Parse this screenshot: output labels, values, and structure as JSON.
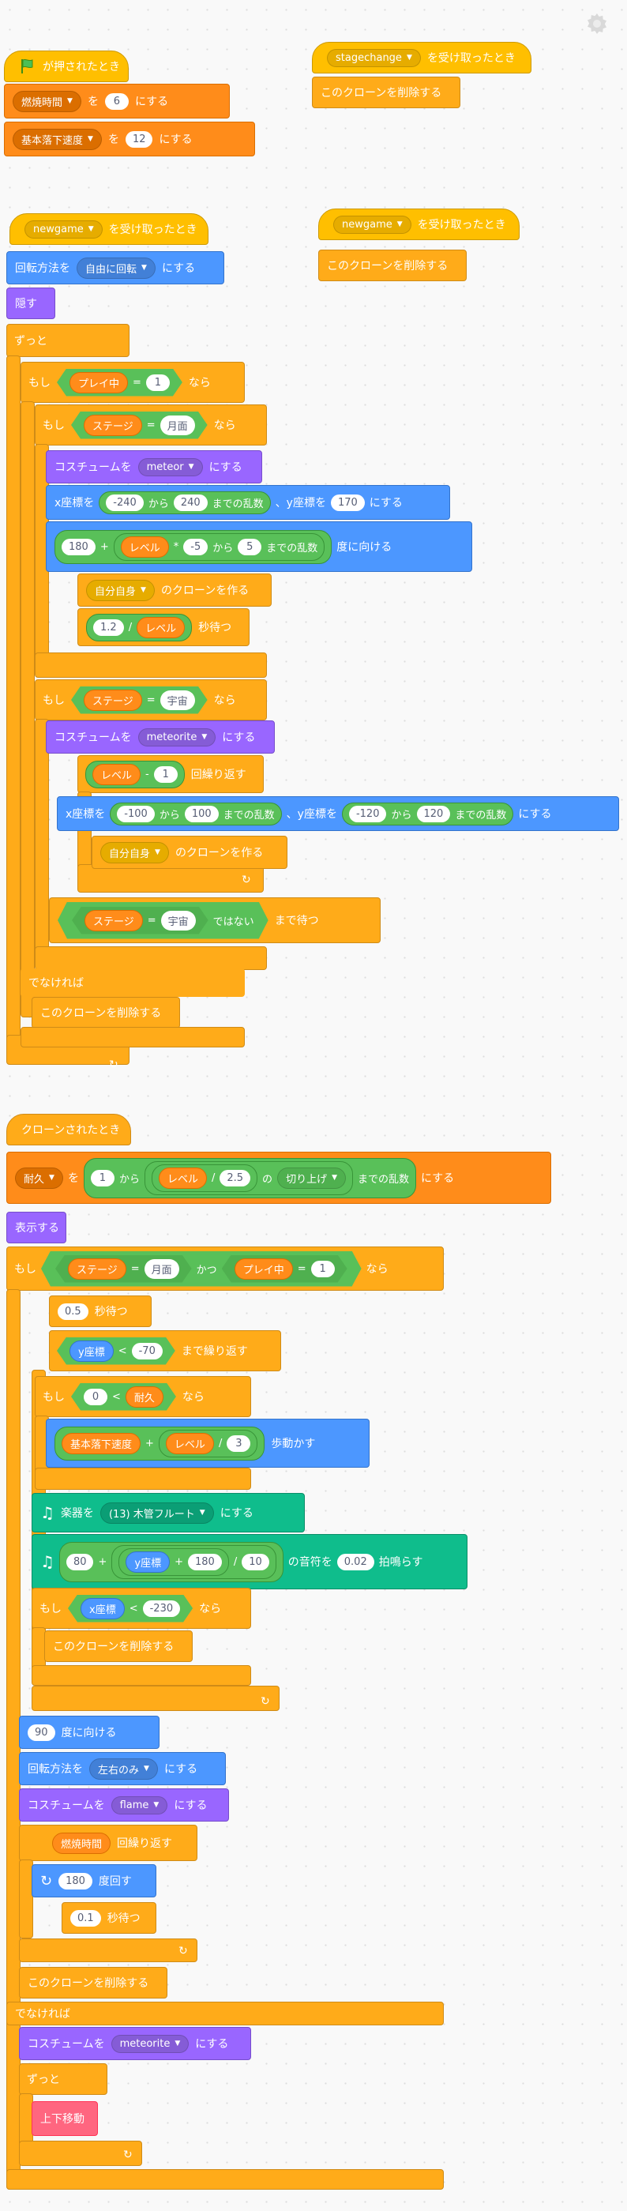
{
  "s1": {
    "hat": "が押されたとき",
    "set_burn_var": "燃焼時間",
    "set_burn_to": "を",
    "set_burn_val": "6",
    "set_burn_suffix": "にする",
    "set_speed_var": "基本落下速度",
    "set_speed_to": "を",
    "set_speed_val": "12",
    "set_speed_suffix": "にする"
  },
  "s2": {
    "msg": "stagechange",
    "hat_suffix": "を受け取ったとき",
    "delete": "このクローンを削除する"
  },
  "s3": {
    "msg": "newgame",
    "hat_suffix": "を受け取ったとき",
    "delete": "このクローンを削除する"
  },
  "s4": {
    "msg": "newgame",
    "hat_suffix": "を受け取ったとき",
    "rot_label": "回転方法を",
    "rot_value": "自由に回転",
    "rot_suffix": "にする",
    "hide": "隠す",
    "forever": "ずっと",
    "if": "もし",
    "then": "なら",
    "playing": "プレイ中",
    "eq": "=",
    "one": "1",
    "stage": "ステージ",
    "moon": "月面",
    "costume_label": "コスチュームを",
    "costume_meteor": "meteor",
    "costume_suffix": "にする",
    "x_label": "x座標を",
    "x_from": "-240",
    "from": "から",
    "x_to": "240",
    "rand": "までの乱数",
    "y_sep": "、y座標を",
    "y_val": "170",
    "xy_suffix": "にする",
    "dir_a": "180",
    "plus": "+",
    "level": "レベル",
    "times": "*",
    "m5": "-5",
    "r_from": "から",
    "p5": "5",
    "rand2": "までの乱数",
    "dir_suffix": "度に向ける",
    "clone_target": "自分自身",
    "clone_suffix": "のクローンを作る",
    "wait_a": "1.2",
    "div": "/",
    "wait_suffix": "秒待つ",
    "space": "宇宙",
    "costume_meteorite": "meteorite",
    "minus": "-",
    "rep_suffix": "回繰り返す",
    "x2_from": "-100",
    "x2_to": "100",
    "y2_from": "-120",
    "y2_to": "120",
    "not_suffix": "ではない",
    "wait_until_suffix": "まで待つ",
    "else": "でなければ",
    "delete": "このクローンを削除する"
  },
  "s5": {
    "hat": "クローンされたとき",
    "dur_var": "耐久",
    "dur_to": "を",
    "dur_from": "1",
    "from": "から",
    "level": "レベル",
    "div": "/",
    "div_val": "2.5",
    "of": "の",
    "ceil": "切り上げ",
    "rand": "までの乱数",
    "suffix": "にする",
    "show": "表示する",
    "if": "もし",
    "then": "なら",
    "and": "かつ",
    "stage": "ステージ",
    "eq": "=",
    "moon": "月面",
    "playing": "プレイ中",
    "one": "1",
    "wait_val": "0.5",
    "wait_suffix": "秒待つ",
    "ypos": "y座標",
    "lt": "<",
    "m70": "-70",
    "until_suffix": "まで繰り返す",
    "zero": "0",
    "dur": "耐久",
    "speed": "基本落下速度",
    "plus": "+",
    "three": "3",
    "move_suffix": "歩動かす",
    "inst_label": "楽器を",
    "inst_value": "(13) 木管フルート",
    "inst_suffix": "にする",
    "note_a": "80",
    "note_b": "180",
    "note_c": "10",
    "note_mid": "の音符を",
    "beats": "0.02",
    "beats_suffix": "拍鳴らす",
    "xpos": "x座標",
    "m230": "-230",
    "delete": "このクローンを削除する",
    "deg90": "90",
    "dir_suffix": "度に向ける",
    "rot_label": "回転方法を",
    "rot_value": "左右のみ",
    "rot_suffix": "にする",
    "costume_label": "コスチュームを",
    "costume_flame": "flame",
    "costume_suffix": "にする",
    "burn": "燃焼時間",
    "rep_suffix": "回繰り返す",
    "turn_val": "180",
    "turn_suffix": "度回す",
    "wait2": "0.1",
    "wait2_suffix": "秒待つ",
    "else": "でなければ",
    "costume_meteorite": "meteorite",
    "forever": "ずっと",
    "updown": "上下移動"
  }
}
